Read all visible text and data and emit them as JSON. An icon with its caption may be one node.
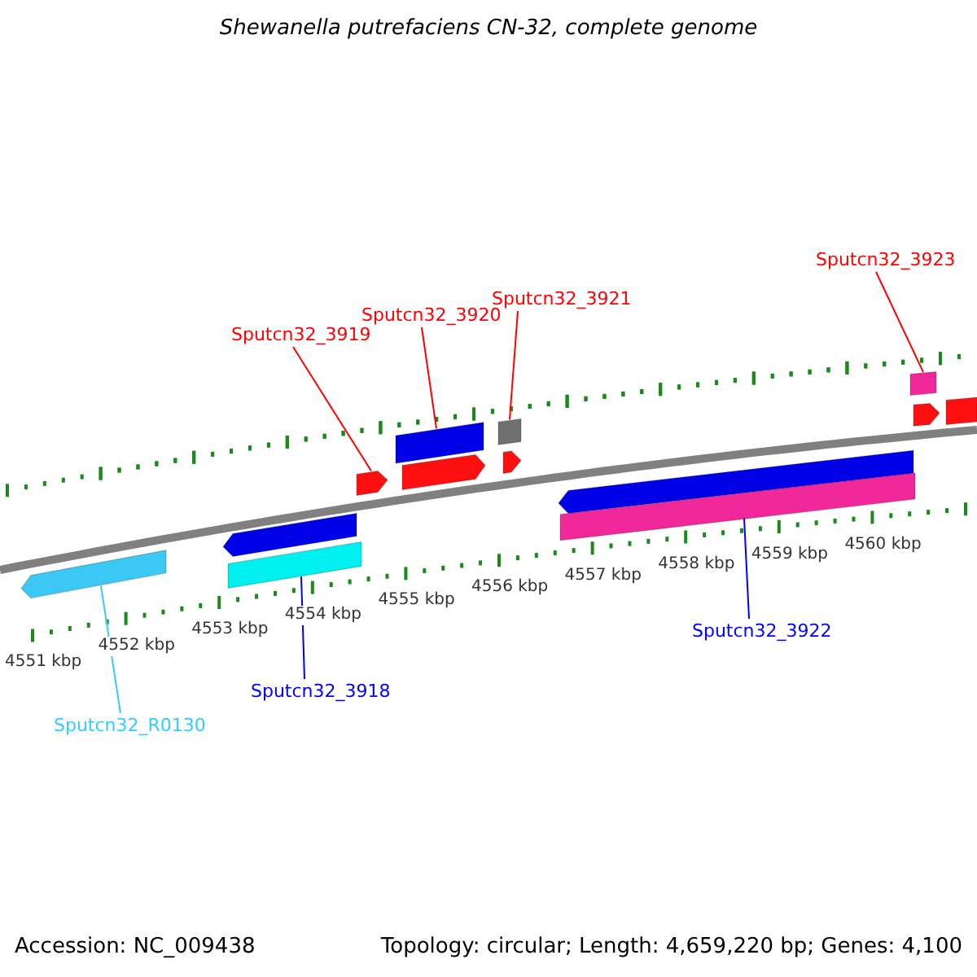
{
  "diagram": {
    "title": "Shewanella putrefaciens CN-32, complete genome",
    "nodes": [
      {
        "text": [
          "Sputcn32_3923"
        ]
      },
      {
        "text": [
          "Sputcn32_3921"
        ]
      },
      {
        "text": [
          "Sputcn32_3920"
        ]
      },
      {
        "text": [
          "Sputcn32_3919"
        ]
      },
      {
        "text": [
          "Sputcn32_3922"
        ]
      },
      {
        "text": [
          "Sputcn32_3918"
        ]
      },
      {
        "text": [
          "Sputcn32_R0130"
        ]
      },
      {
        "text": [],
        "shape": "arrow"
      },
      {
        "text": [],
        "shape": "arrow"
      },
      {
        "text": [],
        "shape": "bar"
      },
      {
        "text": [],
        "shape": "arrow"
      },
      {
        "text": [],
        "shape": "bar"
      },
      {
        "text": [],
        "shape": "arrow"
      },
      {
        "text": [],
        "shape": "box"
      },
      {
        "text": [],
        "shape": "arrow"
      },
      {
        "text": [],
        "shape": "arrow"
      },
      {
        "text": [],
        "shape": "bar"
      },
      {
        "text": [],
        "shape": "box"
      },
      {
        "text": [],
        "shape": "arrow"
      },
      {
        "text": [],
        "shape": "bar"
      }
    ],
    "edges": [
      {
        "from": 0,
        "to": 17,
        "arrow": "none"
      },
      {
        "from": 1,
        "to": 13,
        "arrow": "none"
      },
      {
        "from": 2,
        "to": 11,
        "arrow": "none"
      },
      {
        "from": 3,
        "to": 10,
        "arrow": "none"
      },
      {
        "from": 4,
        "to": 16,
        "arrow": "none",
        "color": "#0000ff"
      },
      {
        "from": 5,
        "to": 9,
        "arrow": "none",
        "color": "#0000ff"
      },
      {
        "from": 6,
        "to": 7,
        "arrow": "none",
        "color": "#33ccff"
      }
    ],
    "labels": [
      "4551 kbp",
      "4552 kbp",
      "4553 kbp",
      "4554 kbp",
      "4555 kbp",
      "4556 kbp",
      "4557 kbp",
      "4558 kbp",
      "4559 kbp",
      "4560 kbp",
      "Accession: NC_009438",
      "Topology: circular; Length: 4,659,220 bp; Genes: 4,100"
    ]
  }
}
